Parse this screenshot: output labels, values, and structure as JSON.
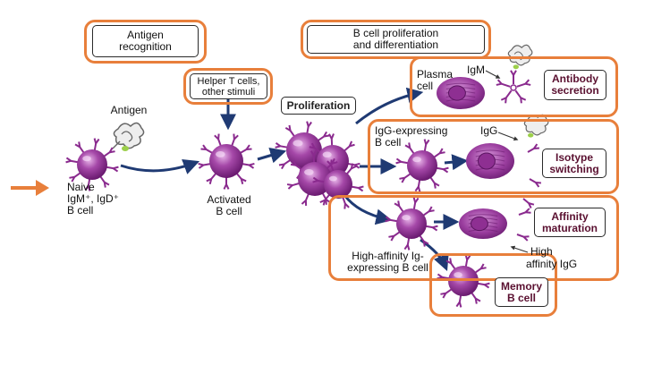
{
  "headers": {
    "antigen_recognition": "Antigen\nrecognition",
    "proliferation_differentiation": "B cell proliferation\nand differentiation"
  },
  "labels": {
    "antigen": "Antigen",
    "naive_line1": "Naive",
    "naive_line2": "IgM⁺, IgD⁺",
    "naive_line3": "B cell",
    "helper_t": "Helper T cells,\nother stimuli",
    "activated": "Activated\nB cell",
    "proliferation": "Proliferation",
    "plasma_cell": "Plasma\ncell",
    "igm": "IgM",
    "igg_expressing": "IgG-expressing\nB cell",
    "igg": "IgG",
    "high_affinity_cell": "High-affinity Ig-\nexpressing B cell",
    "high_affinity_igg_1": "High",
    "high_affinity_igg_2": "affinity IgG"
  },
  "outcomes": {
    "antibody_secretion": "Antibody\nsecretion",
    "isotype_switching": "Isotype\nswitching",
    "affinity_maturation": "Affinity\nmaturation",
    "memory_b_cell": "Memory\nB cell"
  },
  "colors": {
    "highlight_orange": "#e87f3b",
    "cell_purple": "#8a2a8e",
    "arrow_blue": "#1f3a73",
    "outcome_text": "#5a1030"
  }
}
